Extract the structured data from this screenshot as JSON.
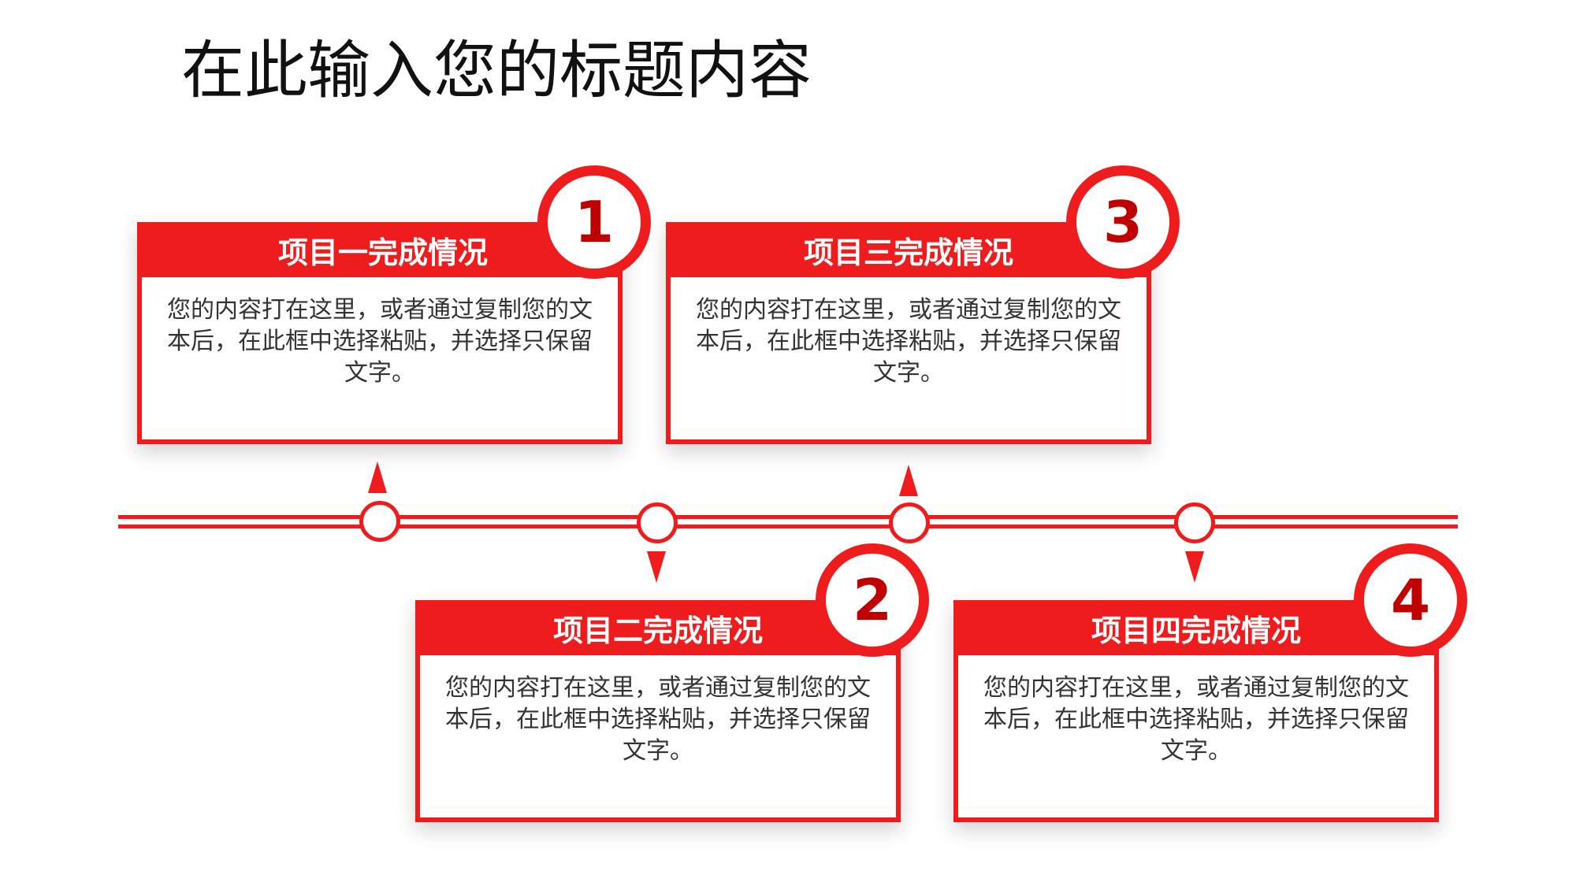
{
  "title": "在此输入您的标题内容",
  "colors": {
    "accent": "#ee1c1c",
    "number": "#c00000",
    "title": "#111111",
    "body_text": "#333333"
  },
  "cards": [
    {
      "number": "1",
      "heading": "项目一完成情况",
      "body": "您的内容打在这里，或者通过复制您的文本后，在此框中选择粘贴，并选择只保留文字。"
    },
    {
      "number": "2",
      "heading": "项目二完成情况",
      "body": "您的内容打在这里，或者通过复制您的文本后，在此框中选择粘贴，并选择只保留文字。"
    },
    {
      "number": "3",
      "heading": "项目三完成情况",
      "body": "您的内容打在这里，或者通过复制您的文本后，在此框中选择粘贴，并选择只保留文字。"
    },
    {
      "number": "4",
      "heading": "项目四完成情况",
      "body": "您的内容打在这里，或者通过复制您的文本后，在此框中选择粘贴，并选择只保留文字。"
    }
  ]
}
